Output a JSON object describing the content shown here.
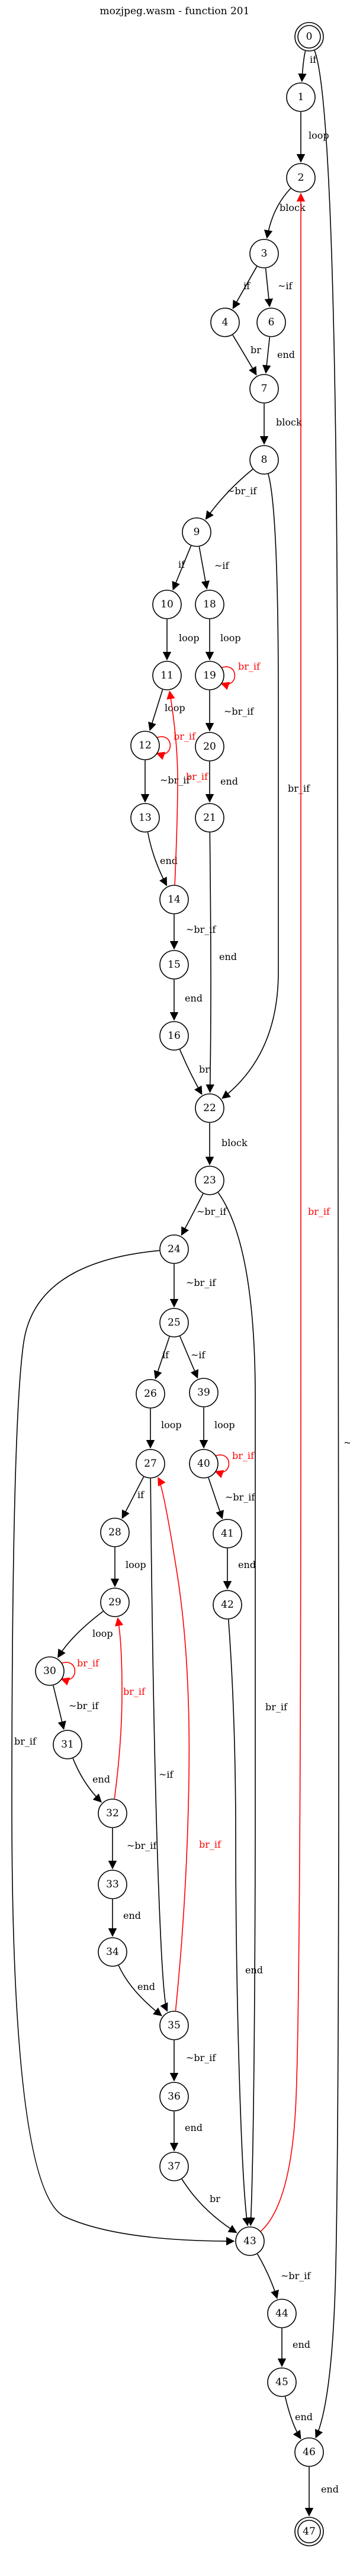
{
  "title": "mozjpeg.wasm - function 201",
  "colors": {
    "normal": "#000000",
    "back": "#ff0000"
  },
  "nodes": [
    {
      "id": "0",
      "shape": "doublecircle"
    },
    {
      "id": "1"
    },
    {
      "id": "2"
    },
    {
      "id": "3"
    },
    {
      "id": "4"
    },
    {
      "id": "6"
    },
    {
      "id": "7"
    },
    {
      "id": "8"
    },
    {
      "id": "9"
    },
    {
      "id": "10"
    },
    {
      "id": "18"
    },
    {
      "id": "11"
    },
    {
      "id": "19"
    },
    {
      "id": "12"
    },
    {
      "id": "20"
    },
    {
      "id": "13"
    },
    {
      "id": "21"
    },
    {
      "id": "14"
    },
    {
      "id": "15"
    },
    {
      "id": "16"
    },
    {
      "id": "22"
    },
    {
      "id": "23"
    },
    {
      "id": "24"
    },
    {
      "id": "25"
    },
    {
      "id": "26"
    },
    {
      "id": "39"
    },
    {
      "id": "27"
    },
    {
      "id": "40"
    },
    {
      "id": "28"
    },
    {
      "id": "41"
    },
    {
      "id": "29"
    },
    {
      "id": "42"
    },
    {
      "id": "30"
    },
    {
      "id": "31"
    },
    {
      "id": "32"
    },
    {
      "id": "33"
    },
    {
      "id": "34"
    },
    {
      "id": "35"
    },
    {
      "id": "36"
    },
    {
      "id": "37"
    },
    {
      "id": "43"
    },
    {
      "id": "44"
    },
    {
      "id": "45"
    },
    {
      "id": "46"
    },
    {
      "id": "47",
      "shape": "doublecircle"
    }
  ],
  "edges": [
    {
      "from": "0",
      "to": "1",
      "label": "if",
      "kind": "normal"
    },
    {
      "from": "0",
      "to": "46",
      "label": "~if",
      "kind": "normal"
    },
    {
      "from": "1",
      "to": "2",
      "label": "loop",
      "kind": "normal"
    },
    {
      "from": "2",
      "to": "3",
      "label": "block",
      "kind": "normal"
    },
    {
      "from": "3",
      "to": "4",
      "label": "if",
      "kind": "normal"
    },
    {
      "from": "3",
      "to": "6",
      "label": "~if",
      "kind": "normal"
    },
    {
      "from": "4",
      "to": "7",
      "label": "br",
      "kind": "normal"
    },
    {
      "from": "6",
      "to": "7",
      "label": "end",
      "kind": "normal"
    },
    {
      "from": "7",
      "to": "8",
      "label": "block",
      "kind": "normal"
    },
    {
      "from": "8",
      "to": "9",
      "label": "~br_if",
      "kind": "normal"
    },
    {
      "from": "8",
      "to": "22",
      "label": "br_if",
      "kind": "normal"
    },
    {
      "from": "9",
      "to": "10",
      "label": "if",
      "kind": "normal"
    },
    {
      "from": "9",
      "to": "18",
      "label": "~if",
      "kind": "normal"
    },
    {
      "from": "10",
      "to": "11",
      "label": "loop",
      "kind": "normal"
    },
    {
      "from": "18",
      "to": "19",
      "label": "loop",
      "kind": "normal"
    },
    {
      "from": "11",
      "to": "12",
      "label": "loop",
      "kind": "normal"
    },
    {
      "from": "19",
      "to": "19",
      "label": "br_if",
      "kind": "back"
    },
    {
      "from": "19",
      "to": "20",
      "label": "~br_if",
      "kind": "normal"
    },
    {
      "from": "12",
      "to": "12",
      "label": "br_if",
      "kind": "back"
    },
    {
      "from": "12",
      "to": "13",
      "label": "~br_if",
      "kind": "normal"
    },
    {
      "from": "20",
      "to": "21",
      "label": "end",
      "kind": "normal"
    },
    {
      "from": "13",
      "to": "14",
      "label": "end",
      "kind": "normal"
    },
    {
      "from": "21",
      "to": "22",
      "label": "end",
      "kind": "normal"
    },
    {
      "from": "14",
      "to": "11",
      "label": "br_if",
      "kind": "back"
    },
    {
      "from": "14",
      "to": "15",
      "label": "~br_if",
      "kind": "normal"
    },
    {
      "from": "15",
      "to": "16",
      "label": "end",
      "kind": "normal"
    },
    {
      "from": "16",
      "to": "22",
      "label": "br",
      "kind": "normal"
    },
    {
      "from": "22",
      "to": "23",
      "label": "block",
      "kind": "normal"
    },
    {
      "from": "23",
      "to": "24",
      "label": "~br_if",
      "kind": "normal"
    },
    {
      "from": "23",
      "to": "43",
      "label": "br_if",
      "kind": "normal"
    },
    {
      "from": "24",
      "to": "25",
      "label": "~br_if",
      "kind": "normal"
    },
    {
      "from": "24",
      "to": "43",
      "label": "br_if",
      "kind": "normal"
    },
    {
      "from": "25",
      "to": "26",
      "label": "if",
      "kind": "normal"
    },
    {
      "from": "25",
      "to": "39",
      "label": "~if",
      "kind": "normal"
    },
    {
      "from": "26",
      "to": "27",
      "label": "loop",
      "kind": "normal"
    },
    {
      "from": "39",
      "to": "40",
      "label": "loop",
      "kind": "normal"
    },
    {
      "from": "27",
      "to": "28",
      "label": "if",
      "kind": "normal"
    },
    {
      "from": "27",
      "to": "35",
      "label": "~if",
      "kind": "normal"
    },
    {
      "from": "40",
      "to": "40",
      "label": "br_if",
      "kind": "back"
    },
    {
      "from": "40",
      "to": "41",
      "label": "~br_if",
      "kind": "normal"
    },
    {
      "from": "28",
      "to": "29",
      "label": "loop",
      "kind": "normal"
    },
    {
      "from": "41",
      "to": "42",
      "label": "end",
      "kind": "normal"
    },
    {
      "from": "29",
      "to": "30",
      "label": "loop",
      "kind": "normal"
    },
    {
      "from": "42",
      "to": "43",
      "label": "end",
      "kind": "normal"
    },
    {
      "from": "30",
      "to": "30",
      "label": "br_if",
      "kind": "back"
    },
    {
      "from": "30",
      "to": "31",
      "label": "~br_if",
      "kind": "normal"
    },
    {
      "from": "31",
      "to": "32",
      "label": "end",
      "kind": "normal"
    },
    {
      "from": "32",
      "to": "29",
      "label": "br_if",
      "kind": "back"
    },
    {
      "from": "32",
      "to": "33",
      "label": "~br_if",
      "kind": "normal"
    },
    {
      "from": "33",
      "to": "34",
      "label": "end",
      "kind": "normal"
    },
    {
      "from": "34",
      "to": "35",
      "label": "end",
      "kind": "normal"
    },
    {
      "from": "35",
      "to": "27",
      "label": "br_if",
      "kind": "back"
    },
    {
      "from": "35",
      "to": "36",
      "label": "~br_if",
      "kind": "normal"
    },
    {
      "from": "36",
      "to": "37",
      "label": "end",
      "kind": "normal"
    },
    {
      "from": "37",
      "to": "43",
      "label": "br",
      "kind": "normal"
    },
    {
      "from": "43",
      "to": "2",
      "label": "br_if",
      "kind": "back"
    },
    {
      "from": "43",
      "to": "44",
      "label": "~br_if",
      "kind": "normal"
    },
    {
      "from": "44",
      "to": "45",
      "label": "end",
      "kind": "normal"
    },
    {
      "from": "45",
      "to": "46",
      "label": "end",
      "kind": "normal"
    },
    {
      "from": "46",
      "to": "47",
      "label": "end",
      "kind": "normal"
    }
  ]
}
